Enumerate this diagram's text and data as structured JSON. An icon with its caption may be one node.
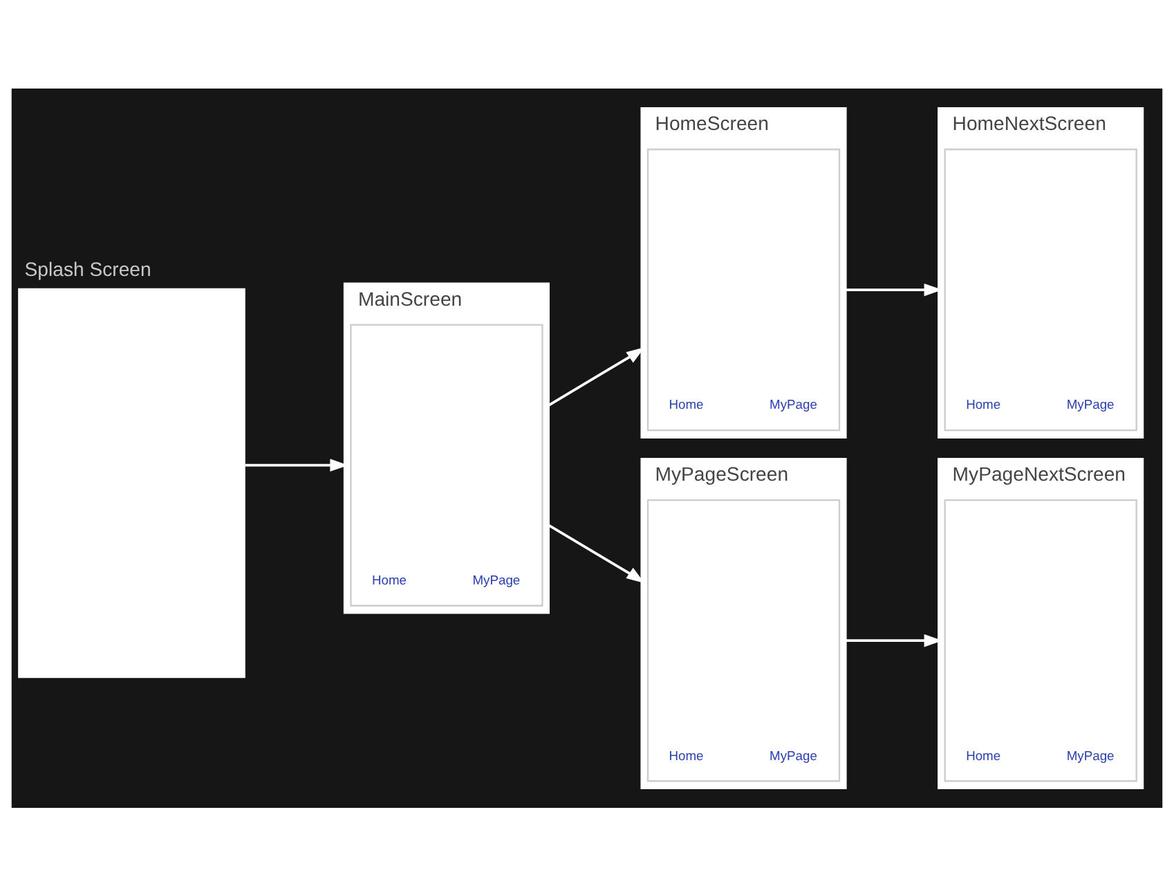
{
  "diagram": {
    "nodes": [
      {
        "text": [
          "Splash Screen"
        ]
      },
      {
        "text": [
          "MainScreen"
        ]
      },
      {
        "text": [
          "Home",
          "MyPage"
        ],
        "in": 1
      },
      {
        "text": [
          "HomeScreen"
        ]
      },
      {
        "text": [
          "Home",
          "MyPage"
        ],
        "in": 3
      },
      {
        "text": [
          "HomeNextScreen"
        ]
      },
      {
        "text": [
          "Home",
          "MyPage"
        ],
        "in": 5
      },
      {
        "text": [
          "MyPageScreen"
        ]
      },
      {
        "text": [
          "Home",
          "MyPage"
        ],
        "in": 7
      },
      {
        "text": [
          "MyPageNextScreen"
        ]
      },
      {
        "text": [
          "Home",
          "MyPage"
        ],
        "in": 9
      }
    ],
    "edges": [
      {
        "from": 0,
        "to": 1,
        "arrow": "to"
      },
      {
        "from": 1,
        "to": 3,
        "arrow": "to"
      },
      {
        "from": 1,
        "to": 7,
        "arrow": "to"
      },
      {
        "from": 3,
        "to": 5,
        "arrow": "to"
      },
      {
        "from": 7,
        "to": 9,
        "arrow": "to"
      }
    ]
  }
}
